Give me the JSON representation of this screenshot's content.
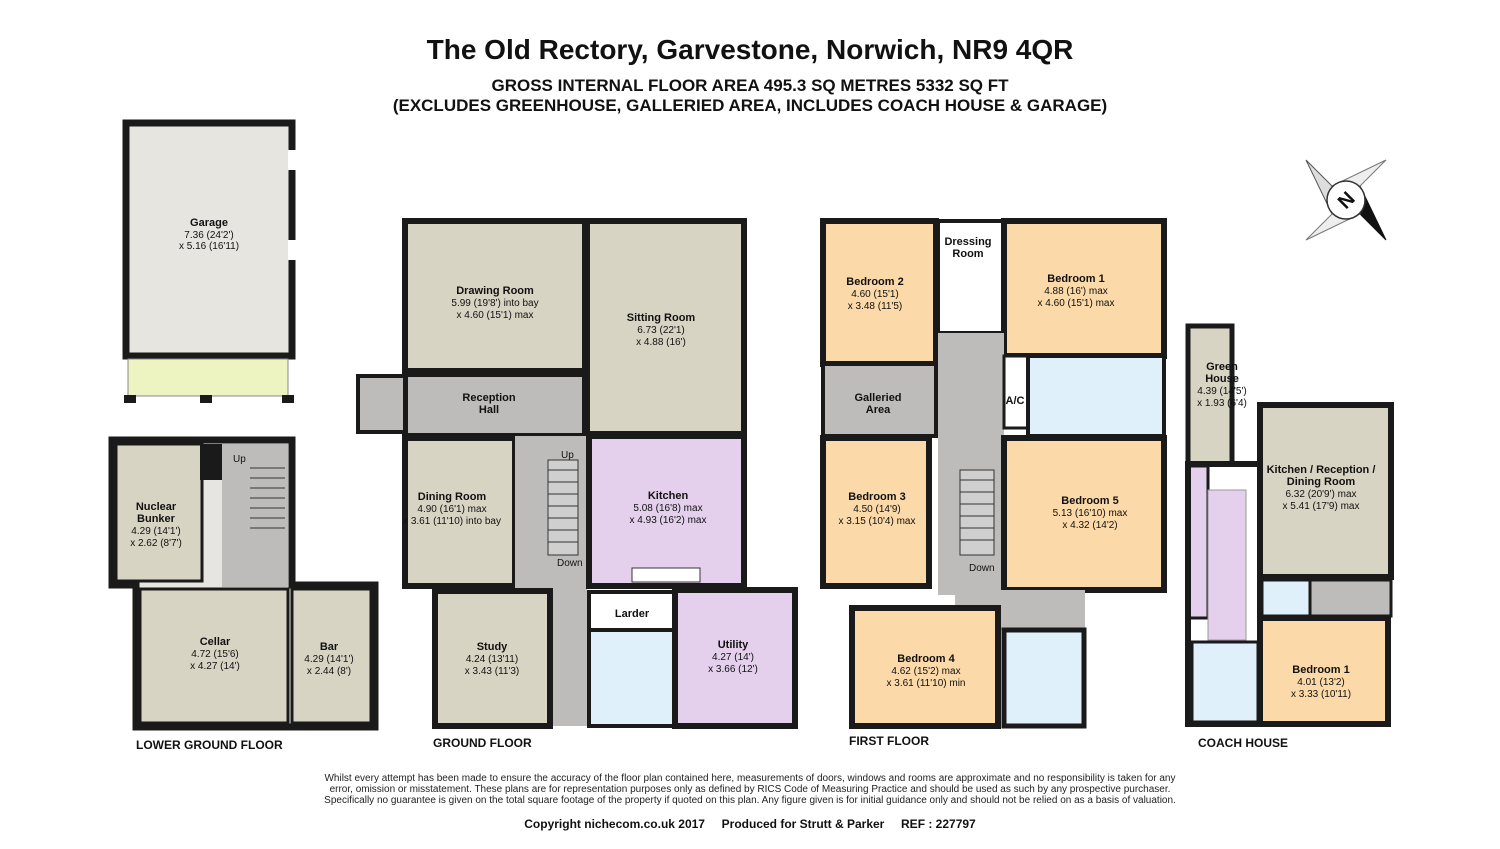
{
  "header": {
    "title": "The Old Rectory, Garvestone, Norwich, NR9 4QR",
    "subtitle_line1": "GROSS INTERNAL FLOOR AREA 495.3 SQ METRES 5332 SQ FT",
    "subtitle_line2": "(EXCLUDES GREENHOUSE, GALLERIED AREA, INCLUDES COACH HOUSE & GARAGE)"
  },
  "colors": {
    "wall": "#1a1a1a",
    "grey_room": "#e6e5df",
    "beige_room": "#d8d4c4",
    "orange_room": "#fcd9a8",
    "purple_room": "#e4d0ec",
    "blue_room": "#e0f0fb",
    "circulation": "#bdbcbb",
    "garden_green": "#edf4c2"
  },
  "floors": {
    "lower_ground": {
      "label": "LOWER GROUND FLOOR",
      "rooms": {
        "garage": {
          "name": "Garage",
          "dim1": "7.36 (24'2')",
          "dim2": "x 5.16 (16'11)"
        },
        "nuclear_bunker": {
          "name1": "Nuclear",
          "name2": "Bunker",
          "dim1": "4.29 (14'1')",
          "dim2": "x 2.62 (8'7')"
        },
        "cellar": {
          "name": "Cellar",
          "dim1": "4.72 (15'6)",
          "dim2": "x 4.27 (14')"
        },
        "bar": {
          "name": "Bar",
          "dim1": "4.29 (14'1')",
          "dim2": "x 2.44 (8')"
        }
      },
      "stairs_label": "Up"
    },
    "ground": {
      "label": "GROUND FLOOR",
      "rooms": {
        "drawing_room": {
          "name": "Drawing Room",
          "dim1": "5.99 (19'8') into bay",
          "dim2": "x 4.60 (15'1) max"
        },
        "sitting_room": {
          "name": "Sitting Room",
          "dim1": "6.73 (22'1)",
          "dim2": "x 4.88 (16')"
        },
        "reception_hall": {
          "name1": "Reception",
          "name2": "Hall"
        },
        "dining_room": {
          "name": "Dining Room",
          "dim1": "4.90 (16'1) max",
          "dim2": "x 3.61 (11'10) into bay"
        },
        "kitchen": {
          "name": "Kitchen",
          "dim1": "5.08 (16'8) max",
          "dim2": "x 4.93 (16'2) max"
        },
        "larder": {
          "name": "Larder"
        },
        "study": {
          "name": "Study",
          "dim1": "4.24 (13'11)",
          "dim2": "x 3.43 (11'3)"
        },
        "utility": {
          "name": "Utility",
          "dim1": "4.27 (14')",
          "dim2": "x 3.66 (12')"
        }
      },
      "stairs_up": "Up",
      "stairs_down": "Down"
    },
    "first": {
      "label": "FIRST FLOOR",
      "rooms": {
        "bedroom2": {
          "name": "Bedroom 2",
          "dim1": "4.60 (15'1)",
          "dim2": "x 3.48 (11'5)"
        },
        "dressing_room": {
          "name1": "Dressing",
          "name2": "Room"
        },
        "bedroom1": {
          "name": "Bedroom 1",
          "dim1": "4.88 (16') max",
          "dim2": "x 4.60 (15'1) max"
        },
        "galleried_area": {
          "name1": "Galleried",
          "name2": "Area"
        },
        "ac": {
          "name": "A/C"
        },
        "bedroom3": {
          "name": "Bedroom 3",
          "dim1": "4.50 (14'9)",
          "dim2": "x 3.15 (10'4) max"
        },
        "bedroom5": {
          "name": "Bedroom 5",
          "dim1": "5.13 (16'10) max",
          "dim2": "x 4.32 (14'2)"
        },
        "bedroom4": {
          "name": "Bedroom 4",
          "dim1": "4.62 (15'2) max",
          "dim2": "x 3.61 (11'10) min"
        }
      },
      "stairs_down": "Down"
    },
    "coach_house": {
      "label": "COACH HOUSE",
      "rooms": {
        "green_house": {
          "name1": "Green",
          "name2": "House",
          "dim1": "4.39 (14'5')",
          "dim2": "x 1.93 (6'4)"
        },
        "kitchen_reception": {
          "name1": "Kitchen / Reception /",
          "name2": "Dining Room",
          "dim1": "6.32 (20'9') max",
          "dim2": "x 5.41 (17'9) max"
        },
        "bedroom1": {
          "name": "Bedroom 1",
          "dim1": "4.01 (13'2)",
          "dim2": "x 3.33 (10'11)"
        }
      }
    }
  },
  "compass": {
    "letter": "N"
  },
  "footer": {
    "disclaimer1": "Whilst every attempt has been made to ensure the accuracy of the floor plan contained here, measurements of doors, windows and rooms are approximate and no responsibility is taken for any",
    "disclaimer2": "error, omission or misstatement. These plans are for representation purposes only as defined by RICS Code of Measuring Practice and should be used as such by any prospective purchaser.",
    "disclaimer3": "Specifically no guarantee is given on the total square footage of the property if quoted on this plan. Any figure given is for initial guidance only and should not be relied on as a basis of valuation.",
    "copyright": "Copyright nichecom.co.uk 2017     Produced for Strutt & Parker     REF : 227797"
  }
}
